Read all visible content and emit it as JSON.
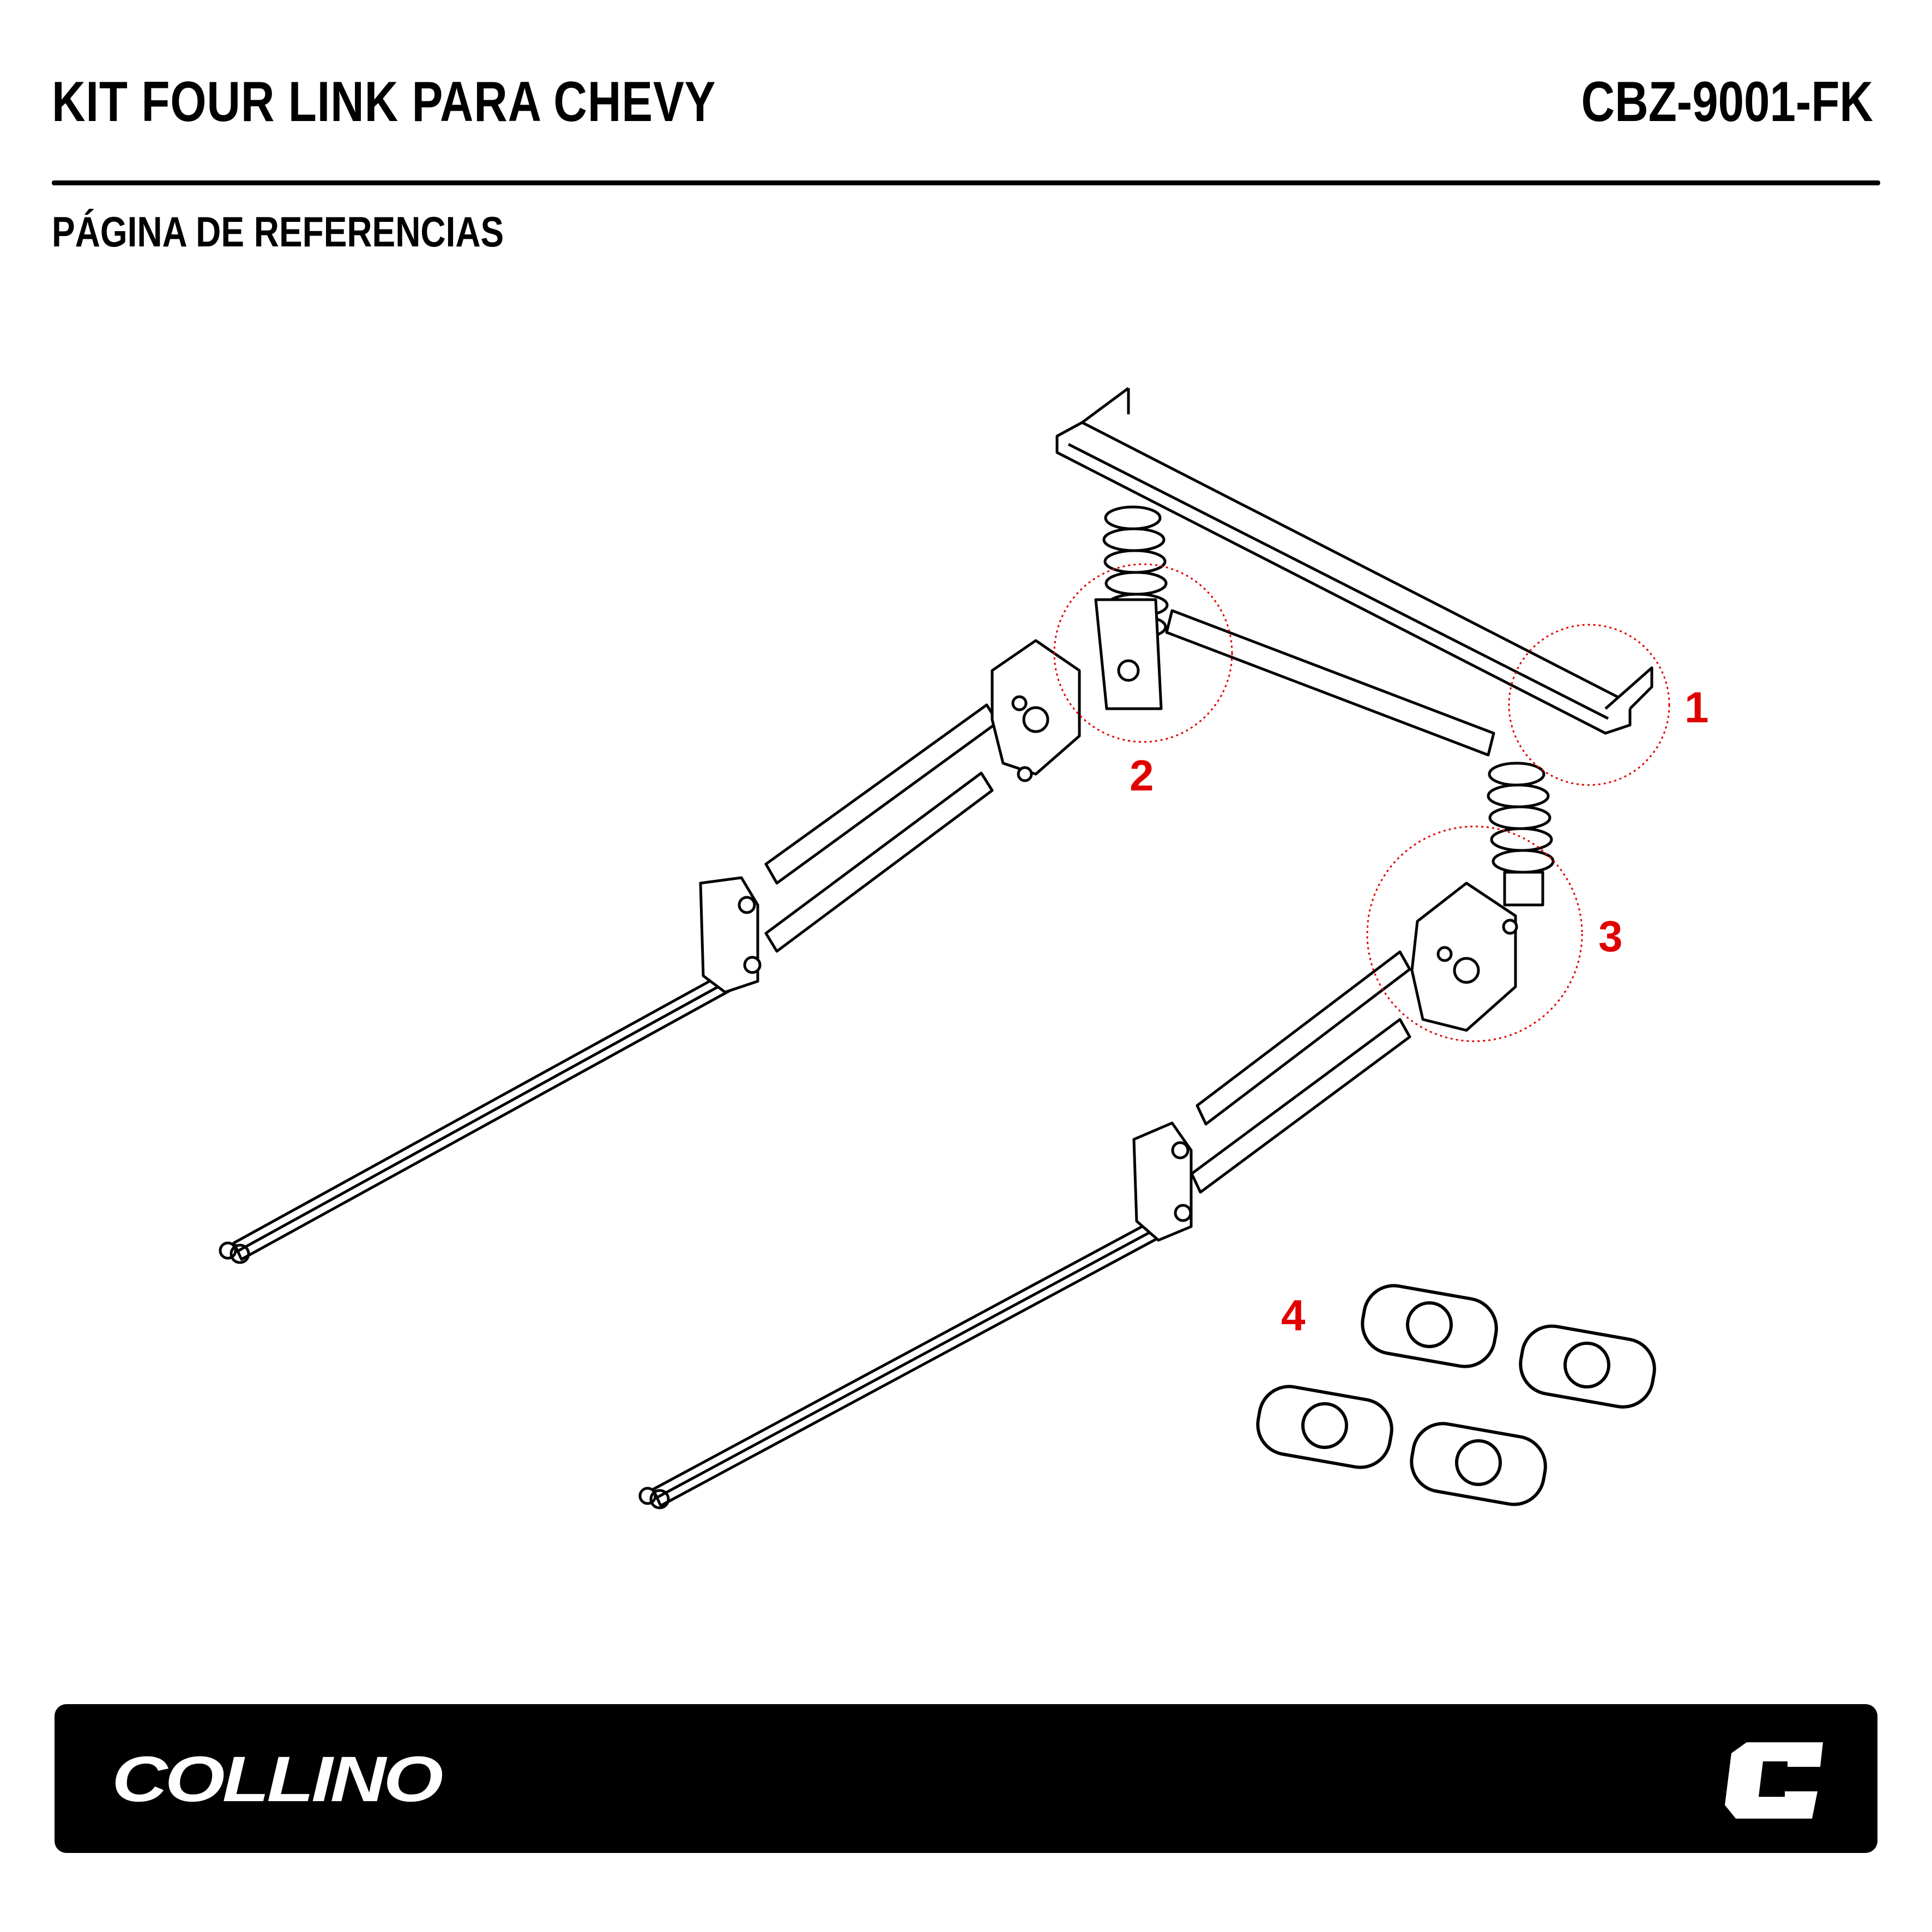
{
  "header": {
    "title": "KIT FOUR LINK PARA CHEVY",
    "part_number": "CBZ-9001-FK",
    "subtitle": "PÁGINA DE REFERENCIAS"
  },
  "diagram": {
    "callouts": [
      "1",
      "2",
      "3",
      "4"
    ],
    "callout_color": "#e10000"
  },
  "footer": {
    "brand": "COLLINO",
    "brand_mark": "C",
    "background": "#000000"
  }
}
